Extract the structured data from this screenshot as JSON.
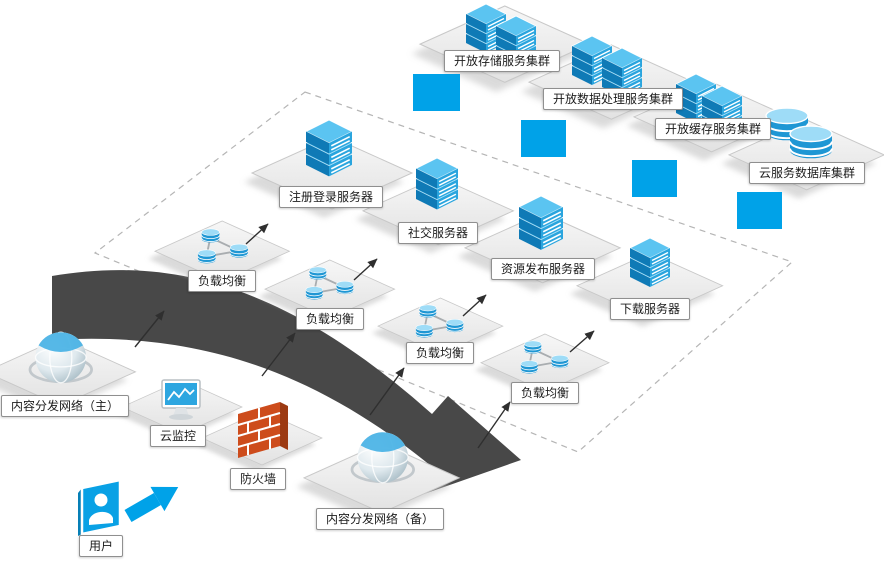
{
  "diagram": {
    "top_clusters": [
      {
        "id": "open-storage",
        "label": "开放存储服务集群",
        "icon": "server-stack-icon"
      },
      {
        "id": "open-data-processing",
        "label": "开放数据处理服务集群",
        "icon": "server-stack-icon"
      },
      {
        "id": "open-cache",
        "label": "开放缓存服务集群",
        "icon": "server-stack-icon"
      },
      {
        "id": "cloud-database",
        "label": "云服务数据库集群",
        "icon": "database-icon"
      }
    ],
    "app_servers": [
      {
        "id": "register-login",
        "label": "注册登录服务器",
        "icon": "server-stack-icon"
      },
      {
        "id": "social",
        "label": "社交服务器",
        "icon": "server-stack-icon"
      },
      {
        "id": "resource-publish",
        "label": "资源发布服务器",
        "icon": "server-stack-icon"
      },
      {
        "id": "download",
        "label": "下载服务器",
        "icon": "server-stack-icon"
      }
    ],
    "load_balancers": [
      {
        "id": "lb-1",
        "label": "负载均衡",
        "icon": "network-nodes-icon"
      },
      {
        "id": "lb-2",
        "label": "负载均衡",
        "icon": "network-nodes-icon"
      },
      {
        "id": "lb-3",
        "label": "负载均衡",
        "icon": "network-nodes-icon"
      },
      {
        "id": "lb-4",
        "label": "负载均衡",
        "icon": "network-nodes-icon"
      }
    ],
    "edge_nodes": [
      {
        "id": "cdn-primary",
        "label": "内容分发网络（主）",
        "icon": "globe-icon"
      },
      {
        "id": "cloud-monitor",
        "label": "云监控",
        "icon": "monitor-icon"
      },
      {
        "id": "firewall",
        "label": "防火墙",
        "icon": "brick-wall-icon"
      },
      {
        "id": "cdn-backup",
        "label": "内容分发网络（备）",
        "icon": "globe-icon"
      },
      {
        "id": "user",
        "label": "用户",
        "icon": "user-icon"
      }
    ],
    "colors": {
      "accent_blue": "#00a2e8",
      "server_blue": "#2aa5de",
      "platform_gray": "#ececec",
      "flow_band_dark": "#484848",
      "firewall_brick": "#cd4c1c",
      "boundary_dash": "#b5b5b5"
    }
  }
}
